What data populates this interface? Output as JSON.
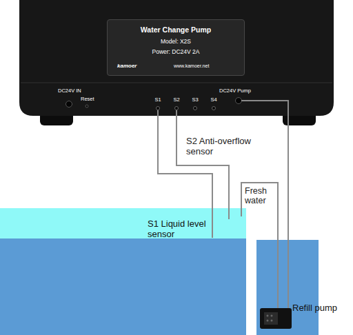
{
  "diagram": {
    "nodes": [
      {
        "text": [
          "Water Change Pump",
          "Model: X2S",
          "Power: DC24V 2A",
          "kamoer",
          "www.kamoer.net"
        ]
      }
    ],
    "labels": [
      "DC24V IN",
      "Reset",
      "S1",
      "S2",
      "S3",
      "S4",
      "DC24V Pump",
      "S2 Anti-overflow sensor",
      "Fresh water",
      "S1 Liquid level sensor",
      "Refill pump"
    ]
  }
}
